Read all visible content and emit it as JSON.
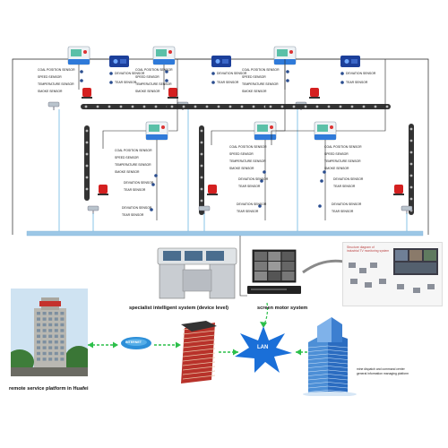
{
  "sensor_labels": {
    "coal": "COAL POSITION SENSOR",
    "speed": "SPEED SENSOR",
    "temperature": "TEMPERATURE SENSOR",
    "smoke": "SMOKE SENSOR",
    "deviation": "DEVIATION SENSOR",
    "tear": "TEAR SENSOR"
  },
  "captions": {
    "specialist": "specialist intelligent system (device level)",
    "screen_motor": "screen motor system",
    "remote": "remote service platform in Huafei",
    "lan": "LAN",
    "internet": "INTERNET",
    "dispatch_line1": "mine dispatch and command center",
    "dispatch_line2": "general information managing platform",
    "inset_line1": "Structure diagram of",
    "inset_line2": "industrial TV monitoring system"
  },
  "colors": {
    "line": "#222222",
    "cable": "#3aa0d8",
    "bus": "#9cc7e6",
    "controller": "#2f7ad9",
    "detector": "#1c3f9a",
    "alarm": "#d42020",
    "arrow": "#2cbf4a",
    "firewall": "#b8322a",
    "lan": "#1a6fd8"
  },
  "icons": [
    "controller-icon",
    "detector-icon",
    "alarm-light-icon",
    "camera-icon",
    "conveyor-belt-icon",
    "server-console-icon",
    "monitor-icon",
    "internet-cloud-icon",
    "firewall-icon",
    "lan-star-icon",
    "building-icon"
  ]
}
